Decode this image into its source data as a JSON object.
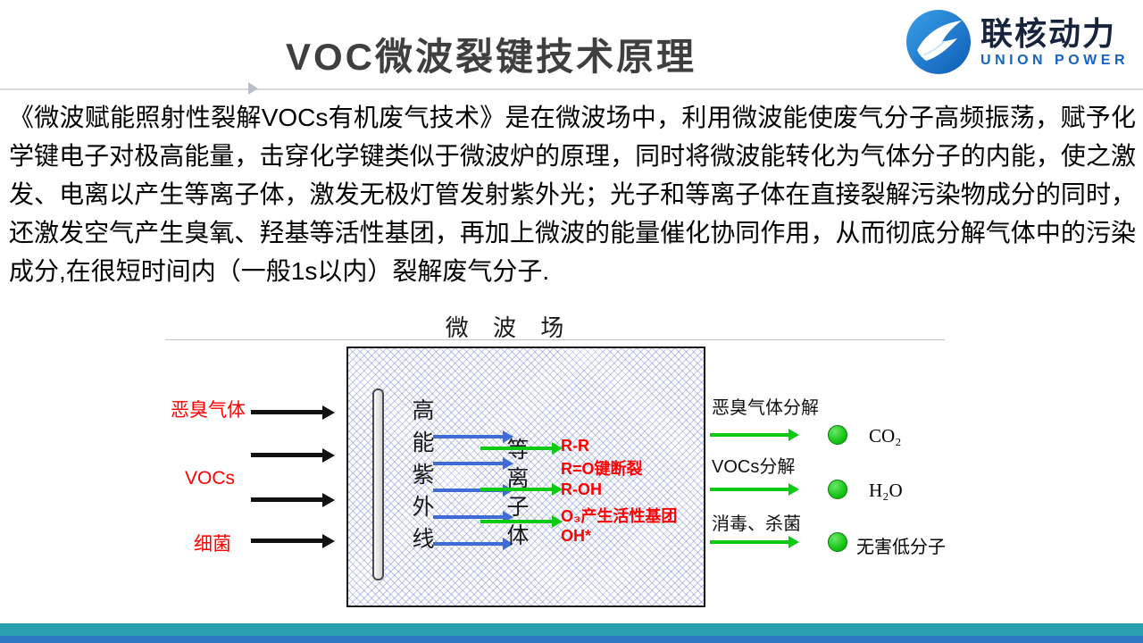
{
  "slide": {
    "title": "VOC微波裂键技术原理",
    "logo": {
      "brand": "联核动力",
      "brand_en": "UNION POWER"
    },
    "paragraph": "《微波赋能照射性裂解VOCs有机废气技术》是在微波场中，利用微波能使废气分子高频振荡，赋予化学键电子对极高能量，击穿化学键类似于微波炉的原理，同时将微波能转化为气体分子的内能，使之激发、电离以产生等离子体，激发无极灯管发射紫外光；光子和等离子体在直接裂解污染物成分的同时，还激发空气产生臭氧、羟基等活性基团，再加上微波的能量催化协同作用，从而彻底分解气体中的污染成分,在很短时间内（一般1s以内）裂解废气分子."
  },
  "diagram": {
    "field_label": "微 波 场",
    "uv_label": "高能紫外线",
    "plasma_label": "等离子体",
    "inputs": [
      {
        "label": "恶臭气体"
      },
      {
        "label": "VOCs"
      },
      {
        "label": "细菌"
      }
    ],
    "reactions": [
      "R-R",
      "R=O键断裂",
      "R-OH",
      "O₃产生活性基团",
      "OH*"
    ],
    "outputs": [
      {
        "label": "恶臭气体分解",
        "product": "CO₂"
      },
      {
        "label": "VOCs分解",
        "product": "H₂O"
      },
      {
        "label": "消毒、杀菌",
        "product": "无害低分子"
      }
    ]
  },
  "colors": {
    "accent_red": "#ff0000",
    "arrow_blue": "#3e6bd6",
    "arrow_green": "#0cc914",
    "footer_teal": "#2a9fb0",
    "footer_blue": "#2e78c2"
  }
}
